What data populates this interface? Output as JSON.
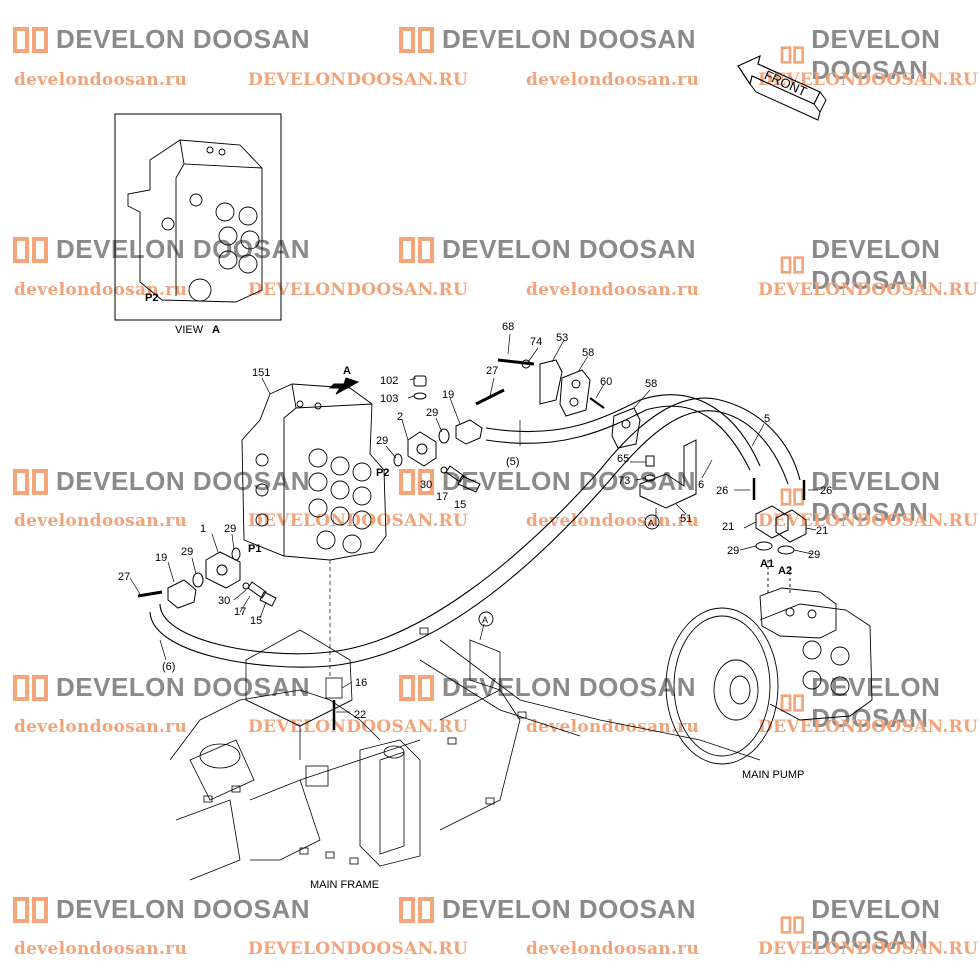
{
  "watermark": {
    "brand": "DEVELON DOOSAN",
    "url_lower": "develondoosan.ru",
    "url_upper": "DEVELONDOOSAN.RU"
  },
  "labels": {
    "front": "FRONT",
    "view_a": "VIEW",
    "view_a_letter": "A",
    "main_pump": "MAIN PUMP",
    "main_frame": "MAIN FRAME",
    "arrow_a": "A",
    "circle_a": "A",
    "circle_a_frame": "A"
  },
  "ports": {
    "p1": "P1",
    "p2": "P2",
    "p2_view": "P2",
    "a1": "A1",
    "a2": "A2"
  },
  "callouts": {
    "c151": "151",
    "c102": "102",
    "c103": "103",
    "c2": "2",
    "c29a": "29",
    "c29b": "29",
    "c19a": "19",
    "c27a": "27",
    "c68": "68",
    "c74": "74",
    "c53": "53",
    "c58a": "58",
    "c60": "60",
    "c58b": "58",
    "c5p": "(5)",
    "c30a": "30",
    "c17a": "17",
    "c15a": "15",
    "c65": "65",
    "c73": "73",
    "c51": "51",
    "c6": "6",
    "c5": "5",
    "c26a": "26",
    "c26b": "26",
    "c21a": "21",
    "c21b": "21",
    "c29c": "29",
    "c29d": "29",
    "c1": "1",
    "c29e": "29",
    "c19b": "19",
    "c29f": "29",
    "c27b": "27",
    "c30b": "30",
    "c17b": "17",
    "c15b": "15",
    "c6p": "(6)",
    "c16": "16",
    "c22": "22"
  },
  "colors": {
    "line": "#000000",
    "watermark_orange": "#f2a37a",
    "watermark_gray": "#8a8a8a"
  }
}
